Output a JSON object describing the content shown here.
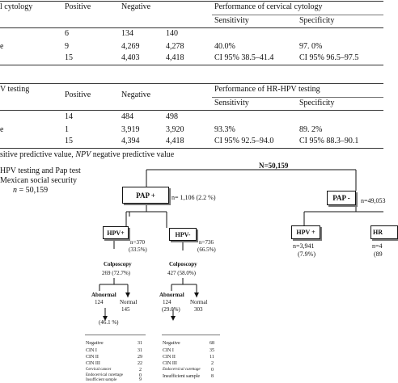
{
  "table1": {
    "header_left": "l cytology",
    "col_positive": "Positive",
    "col_negative": "Negative",
    "perf_title": "Performance of cervical cytology",
    "col_sens": "Sensitivity",
    "col_spec": "Specificity",
    "rows": [
      {
        "label": "",
        "positive": "6",
        "negative": "134",
        "total": "140",
        "sens": "",
        "spec": ""
      },
      {
        "label": "e",
        "positive": "9",
        "negative": "4,269",
        "total": "4,278",
        "sens": "40.0%",
        "spec": "97. 0%"
      },
      {
        "label": "",
        "positive": "15",
        "negative": "4,403",
        "total": "4,418",
        "sens": "CI 95%  38.5–41.4",
        "spec": "CI 95%  96.5–97.5"
      }
    ]
  },
  "table2": {
    "header_left": "V testing",
    "col_positive": "Positive",
    "col_negative": "Negative",
    "perf_title": "Performance of HR-HPV testing",
    "col_sens": "Sensitivity",
    "col_spec": "Specificity",
    "rows": [
      {
        "label": "",
        "positive": "14",
        "negative": "484",
        "total": "498",
        "sens": "",
        "spec": ""
      },
      {
        "label": "e",
        "positive": "1",
        "negative": "3,919",
        "total": "3,920",
        "sens": "93.3%",
        "spec": "89. 2%"
      },
      {
        "label": "",
        "positive": "15",
        "negative": "4,394",
        "total": "4,418",
        "sens": "CI 95%  92.5–94.0",
        "spec": "CI 95%  88.3–90.1"
      }
    ]
  },
  "footnote": {
    "pre": "sitive predictive value, ",
    "npv": "NPV",
    "post": " negative predictive value"
  },
  "figure": {
    "caption_line1": "HPV testing and Pap test",
    "caption_line2": "Mexican social security",
    "caption_n_symbol": "n",
    "caption_n_value": " = 50,159",
    "root": "N=50,159",
    "pap_pos": "PAP +",
    "pap_pos_n": "n= 1,106 (2.2 %)",
    "pap_neg": "PAP -",
    "pap_neg_n": "n=49,053",
    "hpv_pos": "HPV+",
    "hpv_pos_n1": "n=370",
    "hpv_pos_n2": "(33.5%)",
    "hpv_neg": "HPV-",
    "hpv_neg_n1": "n=736",
    "hpv_neg_n2": "(66.5%)",
    "hpv_pos_r": "HPV +",
    "hpv_pos_r_n1": "n=3,941",
    "hpv_pos_r_n2": "(7.9%)",
    "hr_cut": "HR",
    "hr_n1": "n=4",
    "hr_n2": "(89",
    "colpo": "Colposcopy",
    "colpo_left_n": "269 (72.7%)",
    "colpo_right_n": "427 (58.0%)",
    "abnormal": "Abnormal",
    "normal": "Normal",
    "abn_left_n1": "124",
    "abn_left_n2": "(46.1 %)",
    "norm_left_n": "145",
    "abn_right_n1": "124",
    "abn_right_n2": "(29.0%)",
    "norm_right_n": "303",
    "results_left": [
      {
        "label": "Negative",
        "value": "31"
      },
      {
        "label": "CIN I",
        "value": "31"
      },
      {
        "label": "CIN II",
        "value": "29"
      },
      {
        "label": "CIN III",
        "value": "22"
      },
      {
        "label": "Cervical cancer",
        "value": "2"
      },
      {
        "label": "Endocervical curettage",
        "value": "0"
      },
      {
        "label": "Insufficient sample",
        "value": "9"
      }
    ],
    "results_right": [
      {
        "label": "Negative",
        "value": "68"
      },
      {
        "label": "CIN I",
        "value": "35"
      },
      {
        "label": "CIN II",
        "value": "11"
      },
      {
        "label": "CIN III",
        "value": "2"
      },
      {
        "label": "Endocervical curettage",
        "value": "0"
      },
      {
        "label": "Insufficient sample",
        "value": "8"
      }
    ]
  }
}
